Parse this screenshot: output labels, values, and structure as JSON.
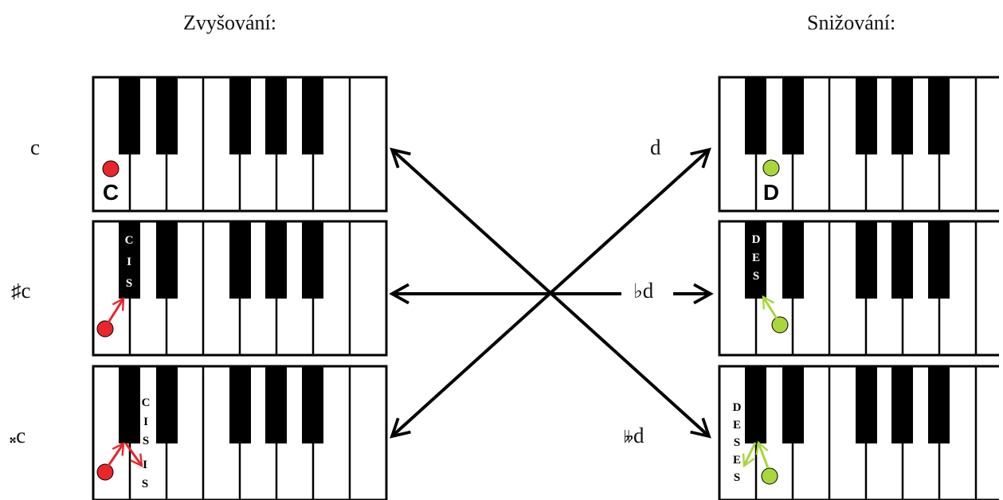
{
  "headings": {
    "raising": "Zvyšování:",
    "lowering": "Snižování:"
  },
  "rows_left": [
    {
      "symbol": "",
      "note": "c"
    },
    {
      "symbol": "♯",
      "note": "c"
    },
    {
      "symbol": "𝄪",
      "note": "c"
    }
  ],
  "rows_right": [
    {
      "symbol": "",
      "note": "d"
    },
    {
      "symbol": "♭",
      "note": "d"
    },
    {
      "symbol": "𝄫",
      "note": "d"
    }
  ],
  "key_labels": {
    "left": [
      "C",
      "CIS",
      "CISIS"
    ],
    "right": [
      "D",
      "DES",
      "DESES"
    ]
  },
  "colors": {
    "raise": "#e8262c",
    "lower": "#a8d63c",
    "arrow": "#000000"
  }
}
